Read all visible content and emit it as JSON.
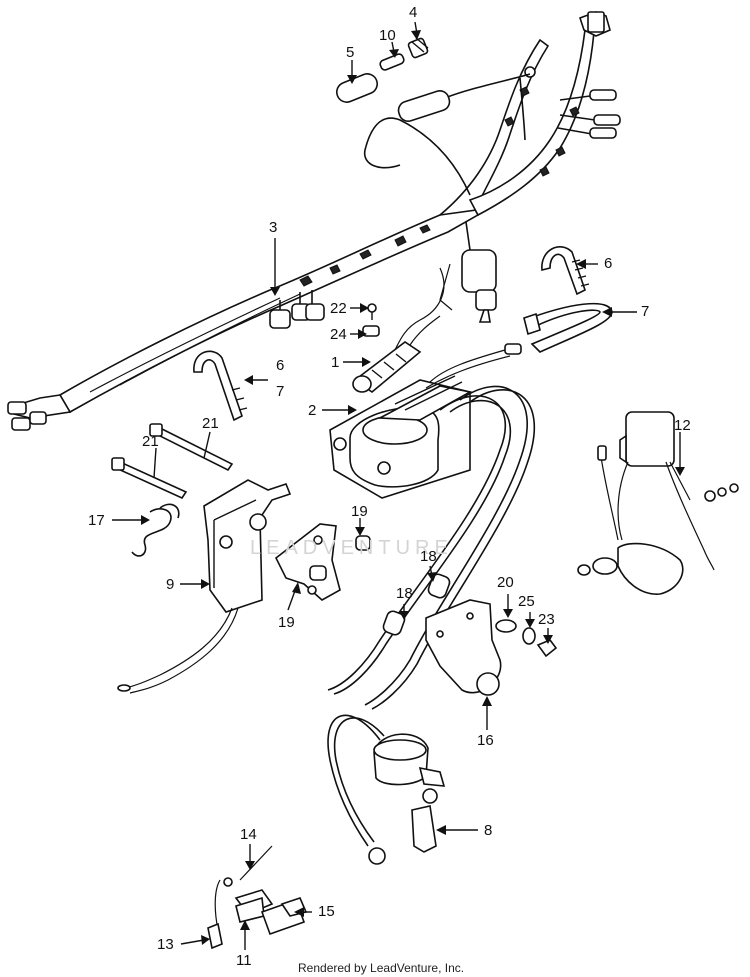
{
  "watermark": "LEADVENTURE",
  "footer": {
    "credit": "Rendered by LeadVenture, Inc."
  },
  "callouts": [
    {
      "id": "c4",
      "text": "4"
    },
    {
      "id": "c10",
      "text": "10"
    },
    {
      "id": "c5",
      "text": "5"
    },
    {
      "id": "c3",
      "text": "3"
    },
    {
      "id": "c6a",
      "text": "6"
    },
    {
      "id": "c7a",
      "text": "7"
    },
    {
      "id": "c22",
      "text": "22"
    },
    {
      "id": "c24",
      "text": "24"
    },
    {
      "id": "c1",
      "text": "1"
    },
    {
      "id": "c6b",
      "text": "6"
    },
    {
      "id": "c7b",
      "text": "7"
    },
    {
      "id": "c2",
      "text": "2"
    },
    {
      "id": "c21a",
      "text": "21"
    },
    {
      "id": "c21b",
      "text": "21"
    },
    {
      "id": "c12",
      "text": "12"
    },
    {
      "id": "c17",
      "text": "17"
    },
    {
      "id": "c19a",
      "text": "19"
    },
    {
      "id": "c18a",
      "text": "18"
    },
    {
      "id": "c9",
      "text": "9"
    },
    {
      "id": "c19b",
      "text": "19"
    },
    {
      "id": "c18b",
      "text": "18"
    },
    {
      "id": "c20",
      "text": "20"
    },
    {
      "id": "c25",
      "text": "25"
    },
    {
      "id": "c23",
      "text": "23"
    },
    {
      "id": "c16",
      "text": "16"
    },
    {
      "id": "c8",
      "text": "8"
    },
    {
      "id": "c14",
      "text": "14"
    },
    {
      "id": "c15",
      "text": "15"
    },
    {
      "id": "c13",
      "text": "13"
    },
    {
      "id": "c11",
      "text": "11"
    }
  ]
}
